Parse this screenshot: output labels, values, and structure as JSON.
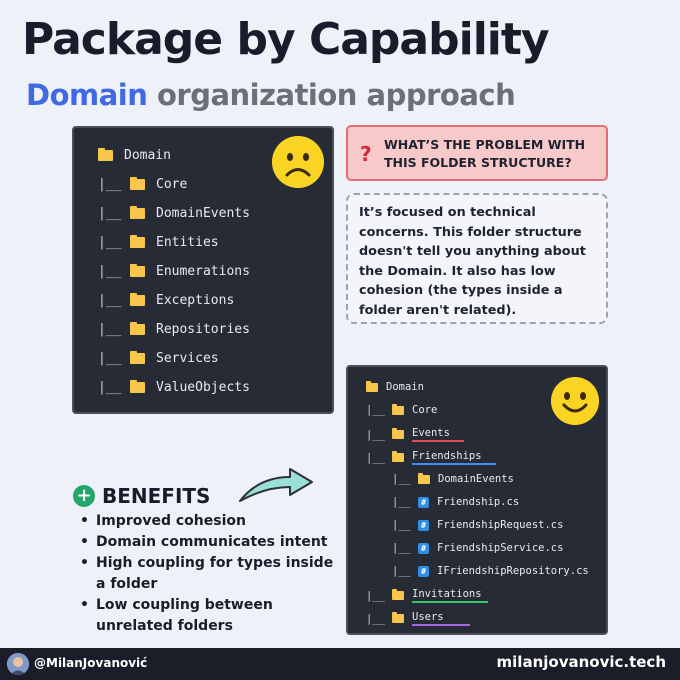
{
  "header": {
    "title": "Package by Capability",
    "subtitle_accent": "Domain",
    "subtitle_rest": "organization approach"
  },
  "technical_tree": {
    "root": "Domain",
    "pipe": "|__",
    "items": [
      "Core",
      "DomainEvents",
      "Entities",
      "Enumerations",
      "Exceptions",
      "Repositories",
      "Services",
      "ValueObjects"
    ],
    "face": "sad-face-icon"
  },
  "problem": {
    "icon": "?",
    "heading": "WHAT’S THE PROBLEM WITH THIS FOLDER  STRUCTURE?",
    "explanation": "It’s focused on technical concerns. This folder structure doesn't tell you anything about the Domain. It also has low cohesion (the types inside a folder aren't related)."
  },
  "capability_tree": {
    "root": "Domain",
    "pipe": "|__",
    "core": "Core",
    "events": "Events",
    "friendships": "Friendships",
    "friendship_children": {
      "folder": "DomainEvents",
      "files": [
        "Friendship.cs",
        "FriendshipRequest.cs",
        "FriendshipService.cs",
        "IFriendshipRepository.cs"
      ]
    },
    "invitations": "Invitations",
    "users": "Users",
    "file_icon": "#",
    "face": "happy-face-icon"
  },
  "benefits": {
    "icon": "+",
    "title": "BENEFITS",
    "items": [
      "Improved cohesion",
      "Domain communicates intent",
      "High coupling for types inside a folder",
      "Low coupling between unrelated folders"
    ]
  },
  "footer": {
    "handle": "@MilanJovanović",
    "site": "milanjovanovic.tech"
  },
  "colors": {
    "accent": "#4169e1",
    "panel_bg": "#272b35",
    "folder": "#f7c64a",
    "events_underline": "#e24b5a",
    "friendships_underline": "#3d8ef0",
    "invitations_underline": "#35c46a",
    "users_underline": "#a067e8"
  }
}
